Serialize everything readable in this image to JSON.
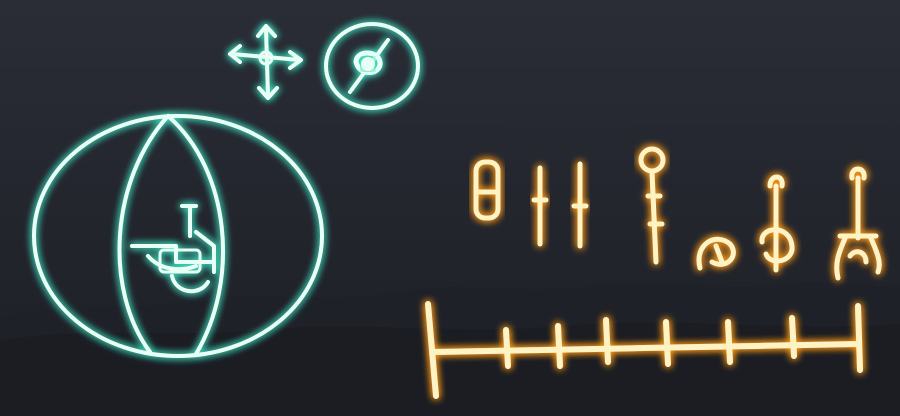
{
  "scene": {
    "colors": {
      "background_top": "#2a2d36",
      "background_bottom": "#1d1f26",
      "teal_glow": "#3fe0c0",
      "amber_glow": "#ff9a1a",
      "stroke_core": "#fff3c4"
    },
    "icons": {
      "move": "move-icon",
      "target": "target-icon",
      "globe": "globe-icon",
      "minus": "minus-glyph"
    },
    "glyph_count": 9,
    "ruler_tick_count": 7
  }
}
